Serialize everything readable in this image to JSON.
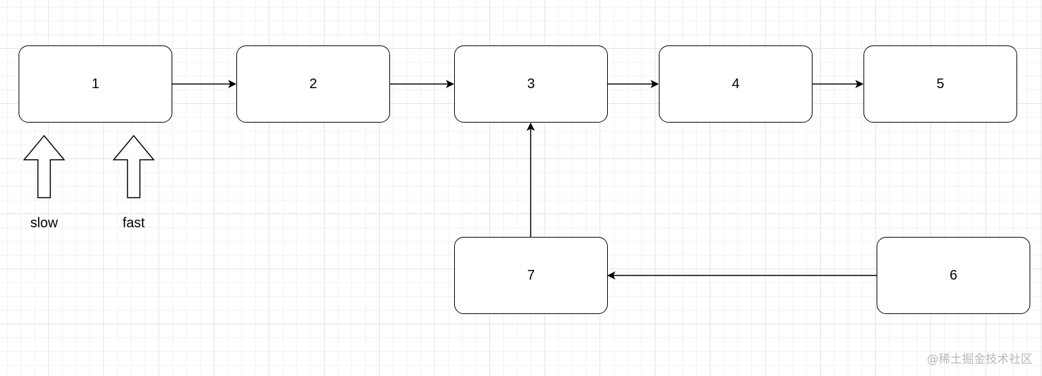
{
  "nodes": {
    "n1": "1",
    "n2": "2",
    "n3": "3",
    "n4": "4",
    "n5": "5",
    "n6": "6",
    "n7": "7"
  },
  "pointers": {
    "slow": "slow",
    "fast": "fast"
  },
  "edges": [
    {
      "from": "1",
      "to": "2"
    },
    {
      "from": "2",
      "to": "3"
    },
    {
      "from": "3",
      "to": "4"
    },
    {
      "from": "4",
      "to": "5"
    },
    {
      "from": "6",
      "to": "7"
    },
    {
      "from": "7",
      "to": "3"
    }
  ],
  "watermark": "@稀土掘金技术社区"
}
